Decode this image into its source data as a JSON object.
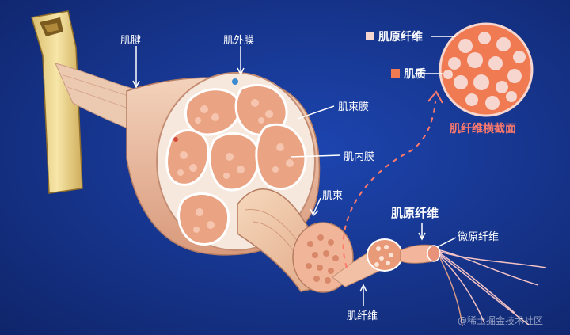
{
  "labels": {
    "tendon": "肌腱",
    "epimysium": "肌外膜",
    "perimysium": "肌束膜",
    "endomysium": "肌内膜",
    "fascicle": "肌束",
    "myofibril_main": "肌原纤维",
    "microfibril": "微原纤维",
    "muscle_fiber": "肌纤维"
  },
  "inset": {
    "legend": [
      {
        "label": "肌原纤维",
        "color": "#f6d6cf"
      },
      {
        "label": "肌质",
        "color": "#f07a52"
      }
    ],
    "caption": "肌纤维横截面"
  },
  "watermark": "@稀土掘金技术社区",
  "colors": {
    "background": "#15328a",
    "muscle": "#e8b89a",
    "fascicle_fill": "#f0c8a8",
    "fiber_fill": "#e99a78",
    "inset_fill": "#f07a52",
    "accent": "#ff7a6b",
    "bone": "#f2dc9a"
  }
}
